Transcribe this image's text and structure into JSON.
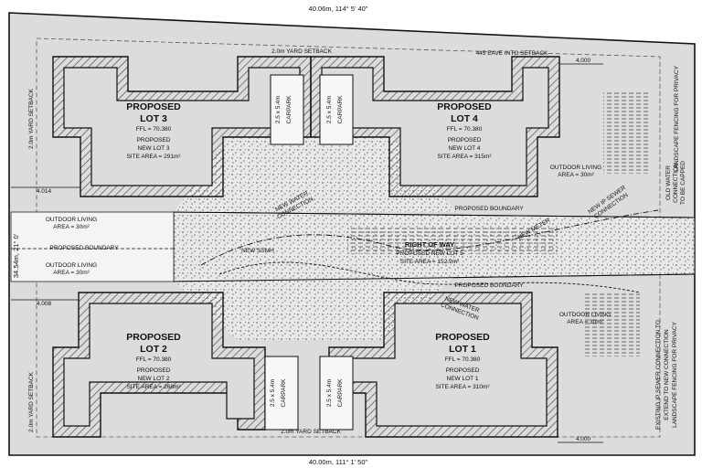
{
  "dimensions": {
    "top_boundary": "40.06m, 114° 5' 40\"",
    "bottom_boundary": "40.00m, 111° 1' 50\"",
    "left_boundary": "34.54m, 21° 0'",
    "right_offset_top": "4.000",
    "right_offset_bottom": "4.000",
    "left_offset_upper": "4.014",
    "left_offset_lower": "4.008"
  },
  "setbacks": {
    "top_yard": "2.0m YARD SETBACK",
    "bottom_yard": "2.0m YARD SETBACK",
    "left_yard_upper": "2.0m YARD SETBACK",
    "left_yard_lower": "2.0m YARD SETBACK",
    "eave": "445 EAVE INTO SETBACK"
  },
  "lots": [
    {
      "id": "lot3",
      "title": "PROPOSED",
      "name": "LOT 3",
      "ffl": "FFL = 70.380",
      "sub1": "PROPOSED",
      "sub2": "NEW LOT 3",
      "area": "SITE AREA = 291m²"
    },
    {
      "id": "lot4",
      "title": "PROPOSED",
      "name": "LOT 4",
      "ffl": "FFL = 70.380",
      "sub1": "PROPOSED",
      "sub2": "NEW LOT 4",
      "area": "SITE AREA = 315m²"
    },
    {
      "id": "lot2",
      "title": "PROPOSED",
      "name": "LOT 2",
      "ffl": "FFL = 70.380",
      "sub1": "PROPOSED",
      "sub2": "NEW LOT 2",
      "area": "SITE AREA = 268m²"
    },
    {
      "id": "lot1",
      "title": "PROPOSED",
      "name": "LOT 1",
      "ffl": "FFL = 70.380",
      "sub1": "PROPOSED",
      "sub2": "NEW LOT 1",
      "area": "SITE AREA = 310m²"
    }
  ],
  "carpark": "CARPARK",
  "carpark_size": "2.5 x 5.4m",
  "right_of_way": {
    "title": "RIGHT OF WAY",
    "sub": "PROPOSED NEW LOT 5",
    "area": "SITE AREA = 152.9m²"
  },
  "boundaries": {
    "upper": "PROPOSED BOUNDARY",
    "lower": "PROPOSED BOUNDARY",
    "left": "PROPOSED BOUNDARY"
  },
  "outdoor_living": {
    "line1": "OUTDOOR LIVING",
    "line2": "AREA = 30m²"
  },
  "services": {
    "ssmh": "NEW SSMH",
    "water_1": "NEW WATER",
    "water_2": "CONNECTION",
    "sewer_1": "NEW IP SEWER",
    "sewer_2": "CONNECTION",
    "meter": "NEW METER",
    "existing_1": "EXISTING IP SEWER CONNECTION TO",
    "existing_2": "EXTEND TO NEW CONNECTION",
    "fence_lower": "LANDSCAPE FENCING FOR PRIVACY",
    "old_1": "OLD WATER",
    "old_2": "CONNECTION",
    "old_3": "TO BE CAPPED",
    "fence_upper": "LANDSCAPE FENCING FOR PRIVACY"
  }
}
